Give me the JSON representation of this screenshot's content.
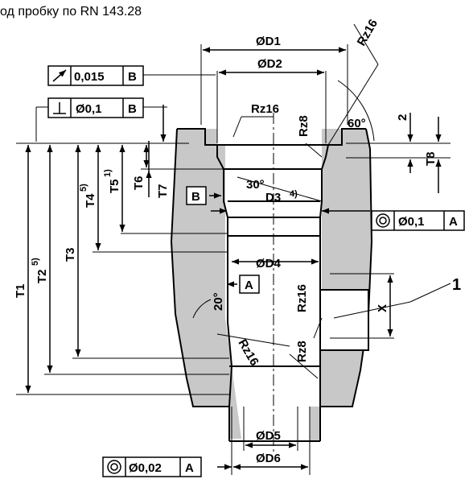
{
  "title": "од пробку по RN 143.28",
  "colors": {
    "material": "#c8c8c8",
    "line": "#000000",
    "background": "#ffffff"
  },
  "dimensions": {
    "D1": "ØD1",
    "D2": "ØD2",
    "D3": "D3",
    "D3_note": "4)",
    "D4": "ØD4",
    "D5": "ØD5",
    "D6": "ØD6",
    "T1": "T1",
    "T2": "T2",
    "T2_note": "5)",
    "T3": "T3",
    "T4": "T4",
    "T4_note": "5)",
    "T5": "T5",
    "T5_note": "1)",
    "T6": "T6",
    "T7": "T7",
    "T8": "T8",
    "X": "X",
    "two": "2"
  },
  "roughness": {
    "top": "Rz16",
    "corner": "Rz16",
    "r8_upper": "Rz8",
    "r16_right": "Rz16",
    "r8_lower": "Rz8",
    "r16_lower": "Rz16"
  },
  "angles": {
    "a60": "60°",
    "a30": "30°",
    "a20": "20°"
  },
  "tolerance_frames": {
    "runout": {
      "symbol": "runout-icon",
      "value": "0,015",
      "datum": "B"
    },
    "perpendicular": {
      "symbol": "perpendicularity-icon",
      "value": "Ø0,1",
      "datum": "B"
    },
    "concentric_mid": {
      "symbol": "concentricity-icon",
      "value": "Ø0,1",
      "datum": "A"
    },
    "concentric_bottom": {
      "symbol": "concentricity-icon",
      "value": "Ø0,02",
      "datum": "A"
    }
  },
  "datums": {
    "A": "A",
    "B": "B"
  },
  "callout": "1"
}
